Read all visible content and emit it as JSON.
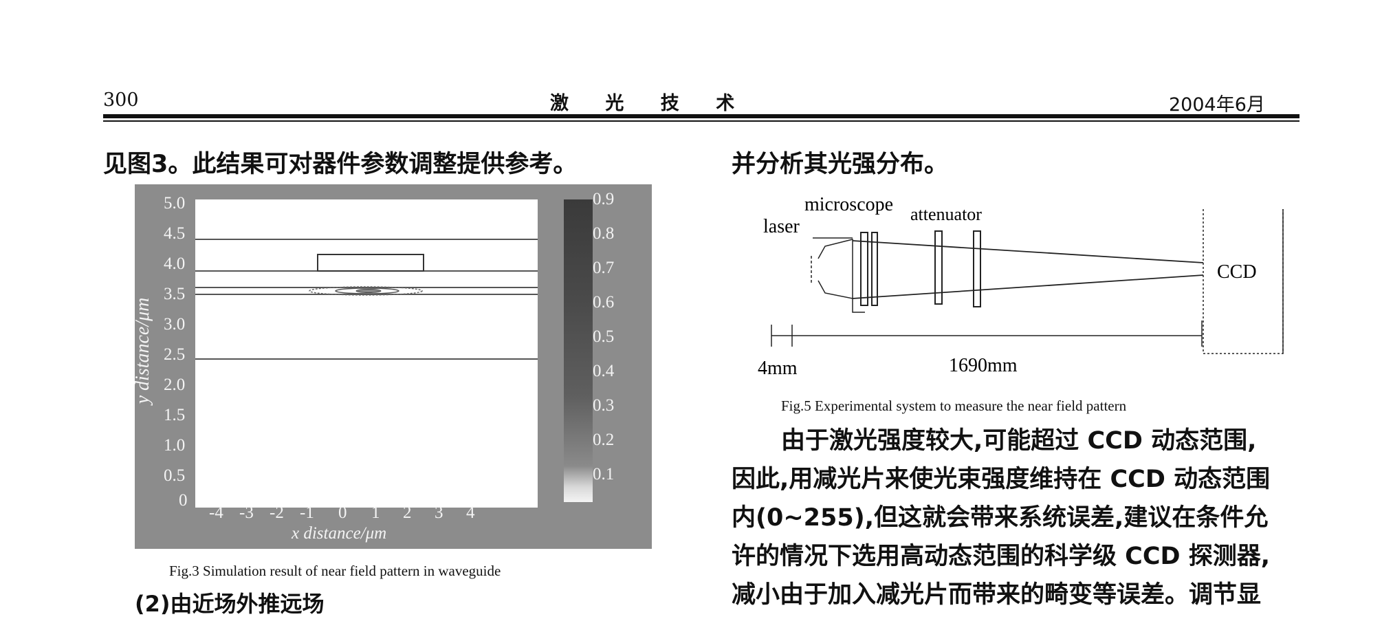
{
  "header": {
    "page_number": "300",
    "journal_title": "激 光 技 术",
    "date": "2004年6月"
  },
  "left_column": {
    "top_line": "见图3。此结果可对器件参数调整提供参考。",
    "figure3": {
      "y_axis_label": "y distance/μm",
      "x_axis_label": "x distance/μm",
      "y_ticks": [
        "5.0",
        "4.5",
        "4.0",
        "3.5",
        "3.0",
        "2.5",
        "2.0",
        "1.5",
        "1.0",
        "0.5",
        "0"
      ],
      "x_ticks": [
        "-4",
        "-3",
        "-2",
        "-1",
        "0",
        "1",
        "2",
        "3",
        "4"
      ],
      "colorbar_ticks": [
        "0.9",
        "0.8",
        "0.7",
        "0.6",
        "0.5",
        "0.4",
        "0.3",
        "0.2",
        "0.1"
      ],
      "caption": "Fig.3 Simulation result of near field pattern in waveguide"
    },
    "section_heading": "(2)由近场外推远场"
  },
  "right_column": {
    "top_line": "并分析其光强分布。",
    "figure5": {
      "labels": {
        "laser": "laser",
        "microscope": "microscope",
        "attenuator": "attenuator",
        "ccd": "CCD"
      },
      "dimensions": {
        "gap": "4mm",
        "distance": "1690mm"
      },
      "caption": "Fig.5 Experimental system to measure the near field pattern"
    },
    "paragraph_lines": [
      "由于激光强度较大,可能超过 CCD 动态范围,",
      "因此,用减光片来使光束强度维持在 CCD 动态范围",
      "内(0~255),但这就会带来系统误差,建议在条件允",
      "许的情况下选用高动态范围的科学级 CCD 探测器,",
      "减小由于加入减光片而带来的畸变等误差。调节显"
    ]
  }
}
